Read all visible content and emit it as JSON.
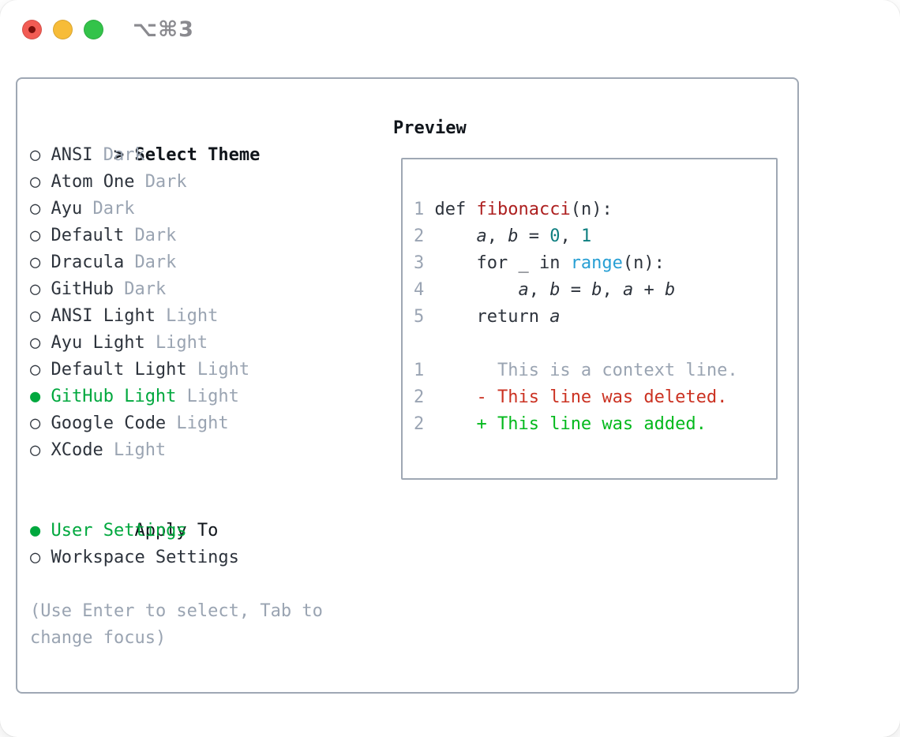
{
  "window": {
    "title": "⌥⌘3"
  },
  "colors": {
    "border": "#9fa8b4",
    "text": "#2d333c",
    "heading": "#10151b",
    "muted": "#9aa4b2",
    "green": "#00a83e",
    "title-gray": "#8a8a8f",
    "code-red": "#ad1f1f",
    "teal": "#0e7f80",
    "blue": "#279fd4",
    "line-num": "#9aa4b3",
    "diff-red": "#cb3222",
    "diff-green": "#03b91c",
    "tl-red": "#f25c54",
    "tl-red-dot": "#7a0f0b",
    "tl-yellow": "#f7bc38",
    "tl-green": "#33c34a"
  },
  "theme_panel": {
    "header_marker": ">",
    "header_label": "Select Theme",
    "markers": {
      "selected": "●",
      "unselected": "○"
    },
    "items": [
      {
        "label": "ANSI",
        "variant": "Dark",
        "selected": false
      },
      {
        "label": "Atom One",
        "variant": "Dark",
        "selected": false
      },
      {
        "label": "Ayu",
        "variant": "Dark",
        "selected": false
      },
      {
        "label": "Default",
        "variant": "Dark",
        "selected": false
      },
      {
        "label": "Dracula",
        "variant": "Dark",
        "selected": false
      },
      {
        "label": "GitHub",
        "variant": "Dark",
        "selected": false
      },
      {
        "label": "ANSI Light",
        "variant": "Light",
        "selected": false
      },
      {
        "label": "Ayu Light",
        "variant": "Light",
        "selected": false
      },
      {
        "label": "Default Light",
        "variant": "Light",
        "selected": false
      },
      {
        "label": "GitHub Light",
        "variant": "Light",
        "selected": true
      },
      {
        "label": "Google Code",
        "variant": "Light",
        "selected": false
      },
      {
        "label": "XCode",
        "variant": "Light",
        "selected": false
      }
    ],
    "apply_to": {
      "header": "Apply To",
      "items": [
        {
          "label": "User Settings",
          "selected": true
        },
        {
          "label": "Workspace Settings",
          "selected": false
        }
      ]
    },
    "hint_lines": [
      "(Use Enter to select, Tab to",
      "change focus)"
    ]
  },
  "preview": {
    "label": "Preview",
    "code_lines": [
      [
        {
          "t": "1",
          "c": "num"
        },
        {
          "t": " def "
        },
        {
          "t": "fibonacci",
          "c": "red"
        },
        {
          "t": "(n):"
        }
      ],
      [
        {
          "t": "2",
          "c": "num"
        },
        {
          "t": "     "
        },
        {
          "t": "a",
          "s": "i"
        },
        {
          "t": ", "
        },
        {
          "t": "b",
          "s": "i"
        },
        {
          "t": " = "
        },
        {
          "t": "0",
          "c": "teal"
        },
        {
          "t": ", "
        },
        {
          "t": "1",
          "c": "teal"
        }
      ],
      [
        {
          "t": "3",
          "c": "num"
        },
        {
          "t": "     for _ in "
        },
        {
          "t": "range",
          "c": "blue"
        },
        {
          "t": "(n):"
        }
      ],
      [
        {
          "t": "4",
          "c": "num"
        },
        {
          "t": "         "
        },
        {
          "t": "a",
          "s": "i"
        },
        {
          "t": ", "
        },
        {
          "t": "b",
          "s": "i"
        },
        {
          "t": " = "
        },
        {
          "t": "b",
          "s": "i"
        },
        {
          "t": ", "
        },
        {
          "t": "a",
          "s": "i"
        },
        {
          "t": " + "
        },
        {
          "t": "b",
          "s": "i"
        }
      ],
      [
        {
          "t": "5",
          "c": "num"
        },
        {
          "t": "     return "
        },
        {
          "t": "a",
          "s": "i"
        }
      ],
      [],
      [
        {
          "t": "1",
          "c": "num"
        },
        {
          "t": "       This is a context line.",
          "c": "muted"
        }
      ],
      [
        {
          "t": "2",
          "c": "num"
        },
        {
          "t": "     "
        },
        {
          "t": "- This line was deleted.",
          "c": "dred"
        }
      ],
      [
        {
          "t": "2",
          "c": "num"
        },
        {
          "t": "     "
        },
        {
          "t": "+ This line was added.",
          "c": "dgreen"
        }
      ]
    ]
  }
}
